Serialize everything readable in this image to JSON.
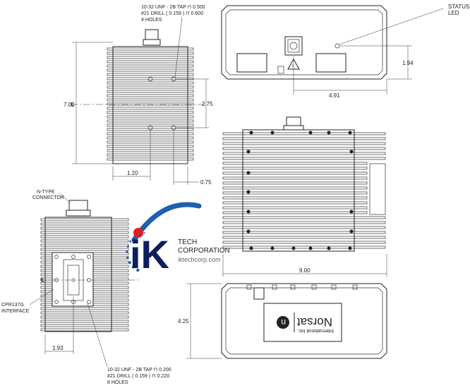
{
  "top_view": {
    "tap_note": [
      "10-32 UNF - 2B TAP ⊓ 0.500",
      "#21 DRILL ( 0.159 ) ⊓ 0.600",
      "4 HOLES"
    ],
    "height_dim": "7.00",
    "hole_spacing_dim": "2.75",
    "width_dim": "1.20",
    "offset_dim": "0.75",
    "centerline": "℄"
  },
  "front_view": {
    "status_led_label": [
      "STATUS",
      "LED"
    ],
    "height_dim": "1.94",
    "width_dim": "4.91"
  },
  "bottom_left_view": {
    "connector_label": [
      "N-TYPE",
      "CONNECTOR"
    ],
    "interface_label": [
      "CPR137G",
      "INTERFACE"
    ],
    "centerline": "℄",
    "width_dim": "1.93",
    "tap_note": [
      "10-32 UNF - 2B TAP ⊓ 0.200",
      "#21 DRILL ( 0.159 ) ⊓ 0.220",
      "8 HOLES"
    ]
  },
  "side_view": {
    "width_dim": "9.00"
  },
  "label_view": {
    "height_dim": "4.25",
    "brand": "Norsat",
    "brand_sub": "International Inc.",
    "logo_letter": "n"
  },
  "watermark": {
    "letters": "iK",
    "line1": "TECH",
    "line2": "CORPORATION",
    "url": "iktechcorp.com"
  }
}
